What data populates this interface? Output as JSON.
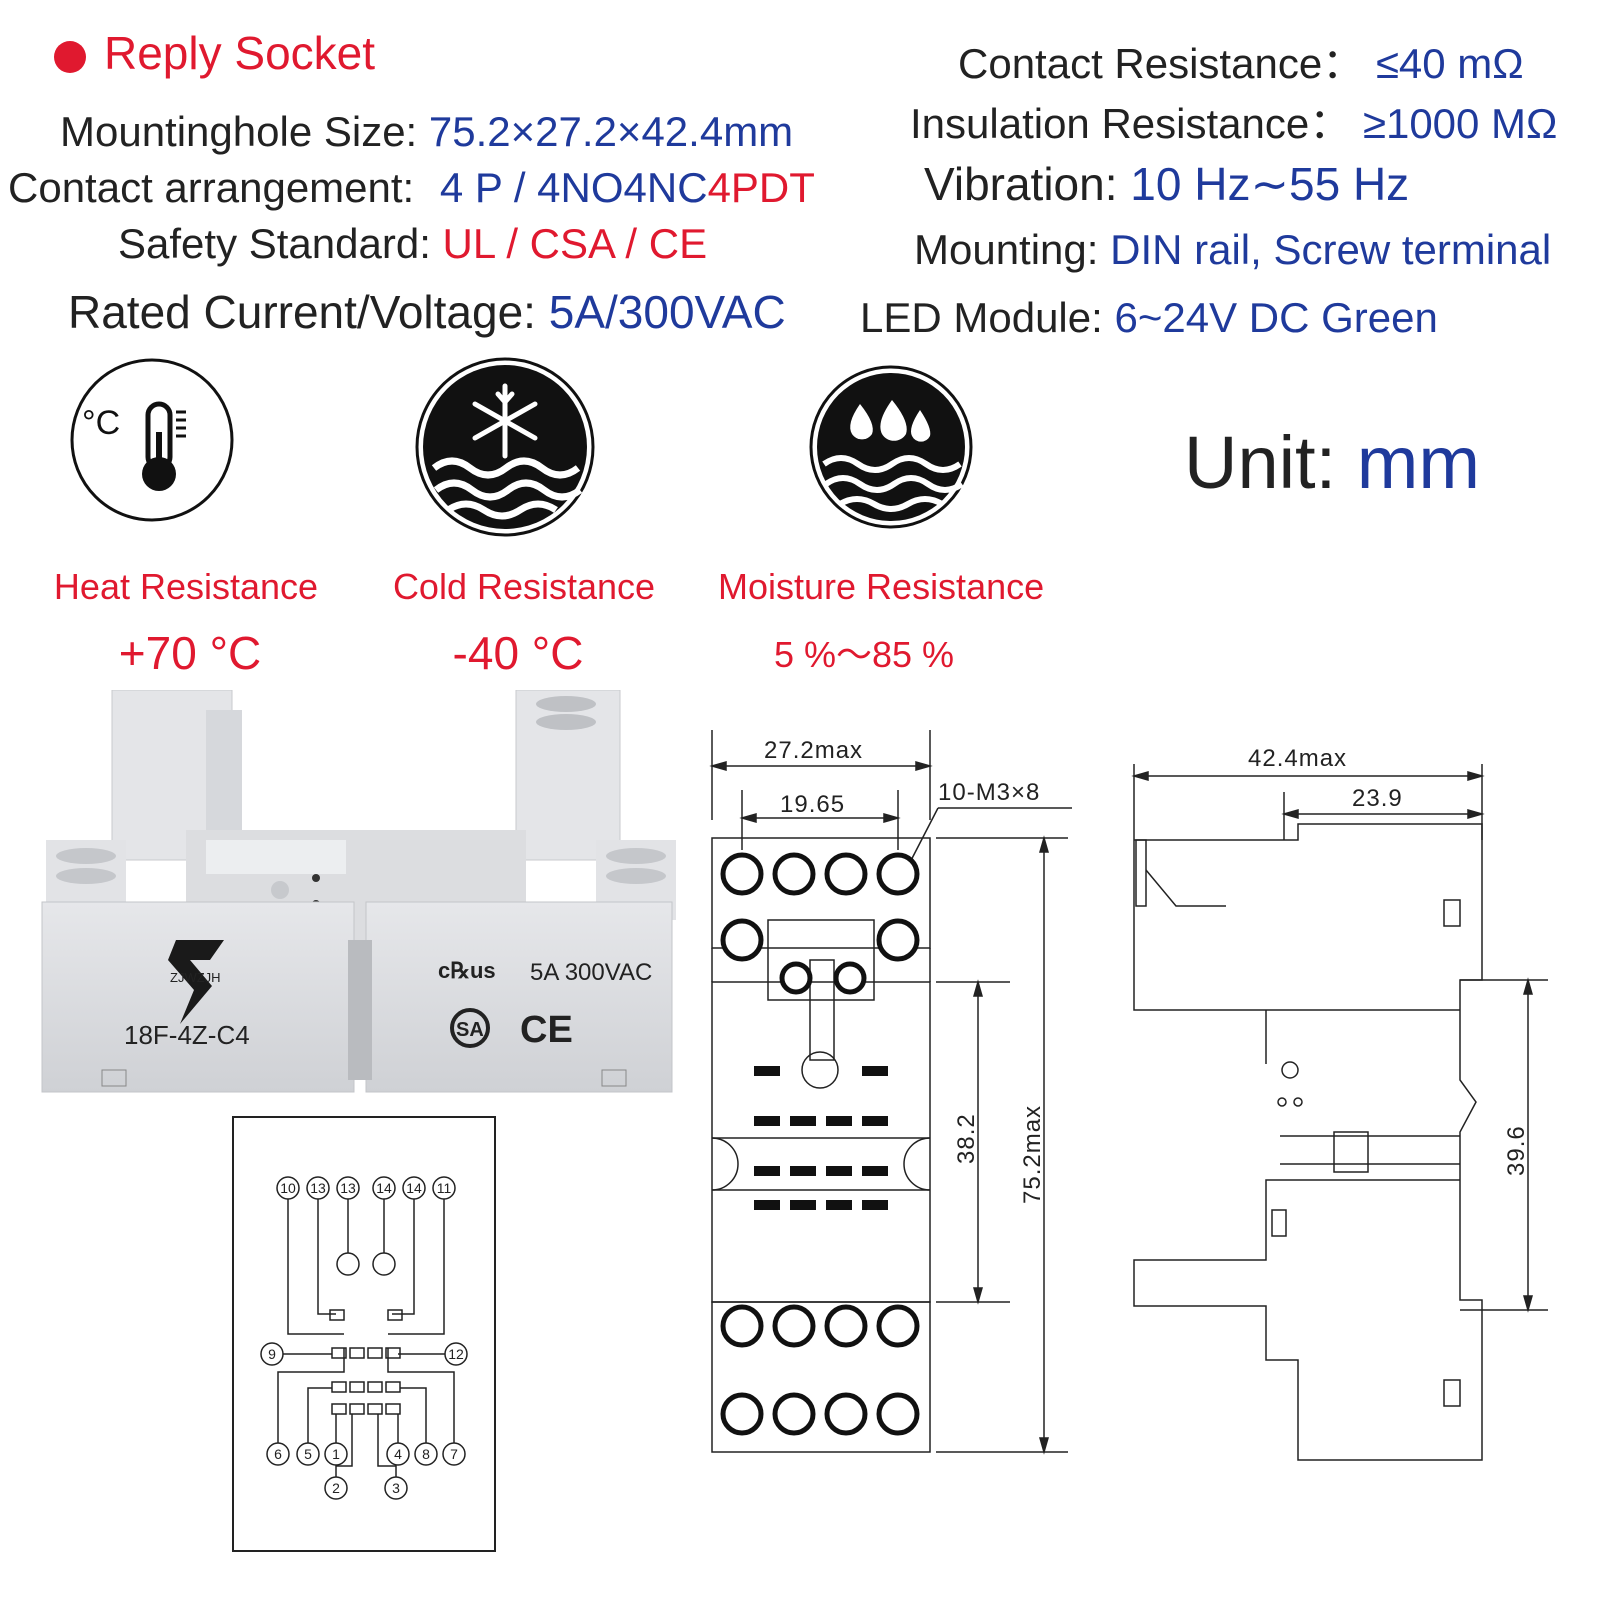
{
  "header": {
    "title": "Reply Socket",
    "unit_label": "Unit:",
    "unit_value": "mm"
  },
  "specs_left": [
    {
      "label": "Mountinghole  Size:",
      "value": "75.2×27.2×42.4mm"
    },
    {
      "label": "Contact  arrangement:",
      "value": "4 P / 4NO4NC",
      "extra": "4PDT"
    },
    {
      "label": "Safety Standard:",
      "value": "UL / CSA / CE"
    },
    {
      "label": "Rated Current/Voltage:",
      "value": "5A/300VAC"
    }
  ],
  "specs_right": [
    {
      "label": "Contact Resistance：",
      "value": "≤40 mΩ"
    },
    {
      "label": "Insulation Resistance：",
      "value": "≥1000 MΩ"
    },
    {
      "label": "Vibration:",
      "value": "10 Hz∼55 Hz"
    },
    {
      "label": "Mounting:",
      "value": "DIN rail, Screw terminal"
    },
    {
      "label": "LED  Module:",
      "value": "6~24V DC Green"
    }
  ],
  "features": [
    {
      "icon": "thermometer-icon",
      "label": "Heat Resistance",
      "value": "+70 °C"
    },
    {
      "icon": "snowflake-icon",
      "label": "Cold Resistance",
      "value": "-40 °C"
    },
    {
      "icon": "water-drops-icon",
      "label": "Moisture Resistance",
      "value": "5 %～85 %"
    }
  ],
  "product": {
    "brand": "ZJWZJH",
    "model": "18F-4Z-C4",
    "rating": "5A 300VAC",
    "ul_mark": "c℞us",
    "csa_mark": "SA",
    "ce_mark": "CE"
  },
  "schematic": {
    "top_pins": [
      "10",
      "13",
      "13",
      "14",
      "14",
      "11"
    ],
    "left_pin": "9",
    "right_pin": "12",
    "bottom_pins": [
      "6",
      "5",
      "1",
      "4",
      "8",
      "7"
    ],
    "lower_pins": [
      "2",
      "3"
    ]
  },
  "front_view": {
    "width_max": "27.2max",
    "pitch": "19.65",
    "screw_note": "10-M3×8",
    "inner_height": "38.2",
    "height_max": "75.2max"
  },
  "side_view": {
    "depth_max": "42.4max",
    "offset": "23.9",
    "rail_height": "39.6"
  },
  "colors": {
    "label": "#222222",
    "value_blue": "#1f3a9c",
    "value_red": "#e0192f"
  }
}
